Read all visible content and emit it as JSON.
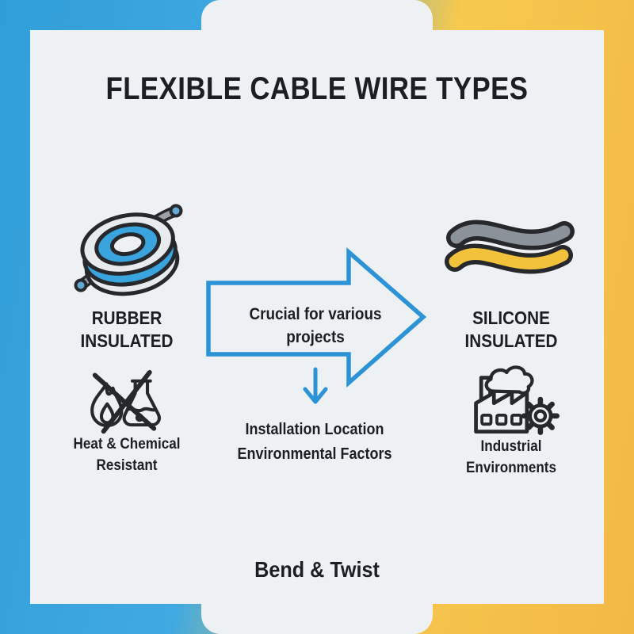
{
  "colors": {
    "frame_blue": "#349fd9",
    "frame_yellow": "#f5c246",
    "panel_background": "#eef1f4",
    "icon_outline": "#26282c",
    "arrow_blue": "#2b93d6",
    "text_dark": "#1b1e23",
    "cable_blue": "#3aa4de",
    "cable_gray": "#8c9299",
    "cable_yellow": "#f3c23c"
  },
  "title": "FLEXIBLE CABLE WIRE TYPES",
  "left_item": {
    "icon": "cable-coil-icon",
    "name": "RUBBER\nINSULATED",
    "feature_icon": "heat-chemical-crossed-icon",
    "feature": "Heat & Chemical\nResistant"
  },
  "right_item": {
    "icon": "wavy-cables-icon",
    "name": "SILICONE\nINSULATED",
    "feature_icon": "factory-gear-icon",
    "feature": "Industrial\nEnvironments"
  },
  "center": {
    "arrow_icon": "right-arrow-shape",
    "arrow_label": "Crucial for various\nprojects",
    "down_icon": "down-arrow-icon",
    "factors": "Installation Location\nEnvironmental Factors"
  },
  "footer": "Bend & Twist"
}
